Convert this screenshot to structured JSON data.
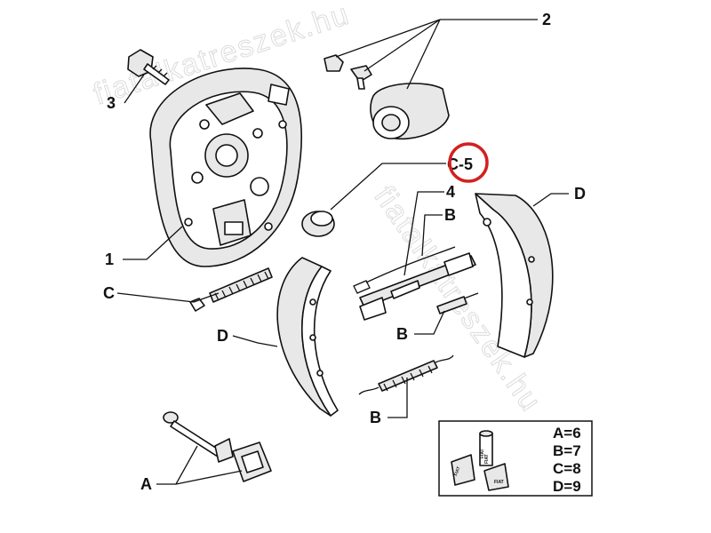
{
  "labels": {
    "l1": "1",
    "l2": "2",
    "l3": "3",
    "l4": "4",
    "l5": "C-5",
    "a": "A",
    "b1": "B",
    "b2": "B",
    "b3": "B",
    "c": "C",
    "d_left": "D",
    "d_right": "D"
  },
  "legend": {
    "items": [
      "A=6",
      "B=7",
      "C=8",
      "D=9"
    ],
    "box_icon_labels": [
      "FIAT",
      "FIAT",
      "FIAT",
      "FIAT"
    ]
  },
  "watermark": "fiatalkatreszek.hu",
  "highlight_color": "#d42020"
}
